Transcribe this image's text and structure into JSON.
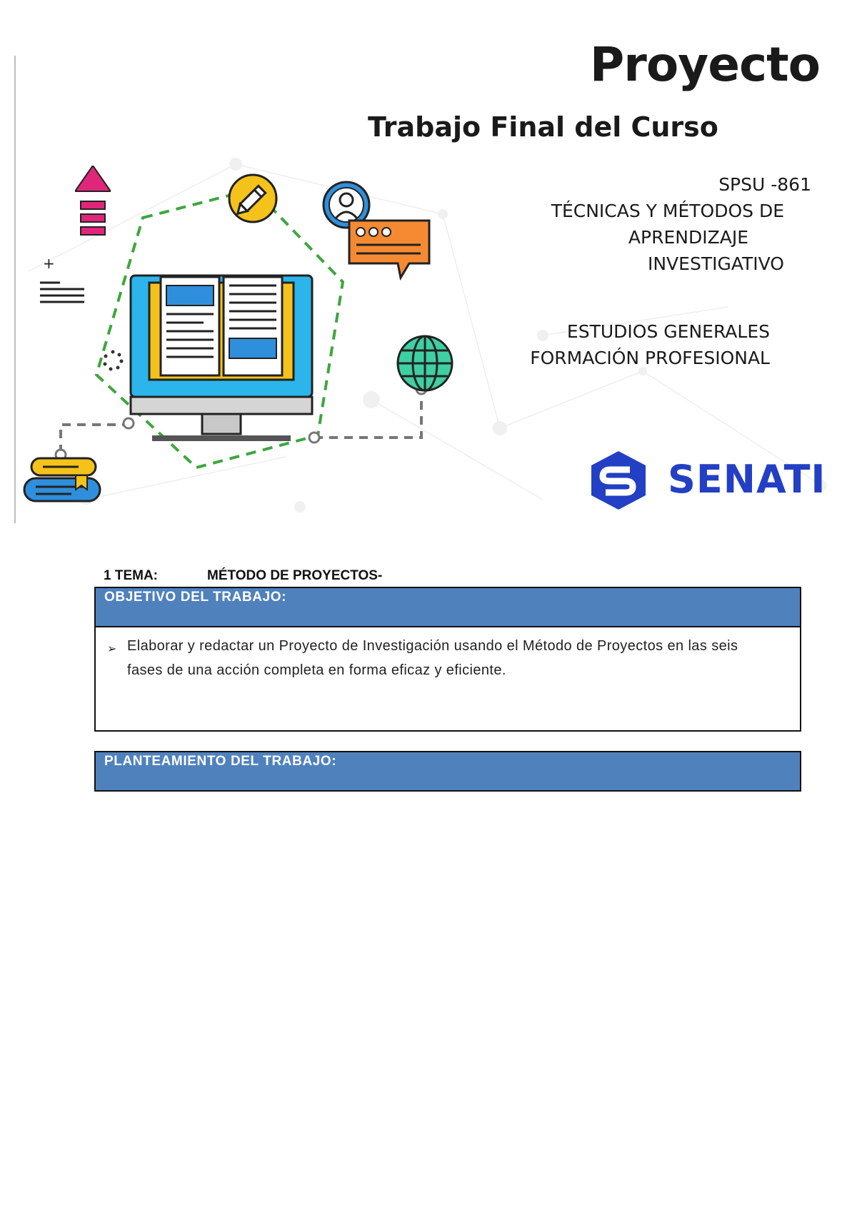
{
  "cover": {
    "title": "Proyecto",
    "subtitle": "Trabajo Final del Curso",
    "course_code": "SPSU   -861",
    "course_name_lines": [
      "TÉCNICAS Y MÉTODOS DE",
      "APRENDIZAJE",
      "INVESTIGATIVO"
    ],
    "department_lines": [
      "ESTUDIOS GENERALES",
      "FORMACIÓN PROFESIONAL"
    ],
    "logo_text": "SENATI",
    "colors": {
      "senati_blue": "#2340c4",
      "header_blue": "#4f81bd"
    }
  },
  "tema": {
    "label": "1 TEMA:",
    "value": "MÉTODO DE PROYECTOS-"
  },
  "objetivo": {
    "header": "OBJETIVO DEL TRABAJO:",
    "bullet_icon": "arrow-bullet-icon",
    "text_line1": "Elaborar y redactar un Proyecto de Investigación usando el Método de Proyectos en las seis",
    "text_line2": "fases de una acción completa en forma eficaz y eficiente."
  },
  "planteamiento": {
    "header": "PLANTEAMIENTO DEL TRABAJO:"
  }
}
